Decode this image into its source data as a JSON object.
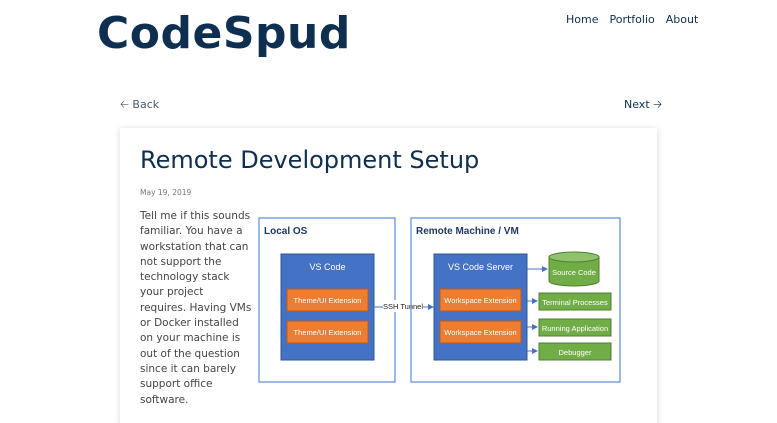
{
  "site": {
    "logo": "CodeSpud"
  },
  "nav": {
    "items": [
      "Home",
      "Portfolio",
      "About"
    ]
  },
  "pager": {
    "back": "Back",
    "next": "Next"
  },
  "post": {
    "title": "Remote Development Setup",
    "date": "May 19, 2019",
    "body": "Tell me if this sounds familiar. You have a workstation that can not support the technology stack your project requires. Having VMs or Docker installed on your machine is out of the question since it can barely support office software."
  },
  "diagram": {
    "local_label": "Local OS",
    "remote_label": "Remote Machine / VM",
    "vscode": "VS Code",
    "theme_ext_1": "Theme/UI Extension",
    "theme_ext_2": "Theme/UI Extension",
    "tunnel": "SSH Tunnel",
    "server": "VS Code Server",
    "workspace_ext_1": "Workspace Extension",
    "workspace_ext_2": "Workspace Extension",
    "source_code": "Source Code",
    "terminal": "Terminal Processes",
    "running_app": "Running Application",
    "debugger": "Debugger",
    "colors": {
      "blue": "#4472c4",
      "orange": "#ed7d31",
      "green": "#70ad47",
      "frame": "#5b8ad6"
    }
  }
}
